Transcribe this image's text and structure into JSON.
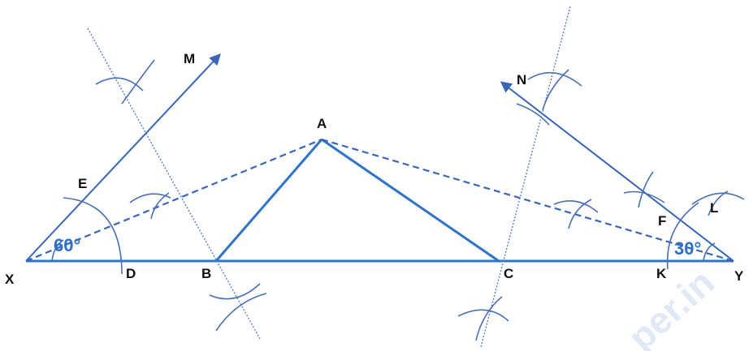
{
  "labels": {
    "X": "X",
    "D": "D",
    "B": "B",
    "C": "C",
    "K": "K",
    "Y": "Y",
    "A": "A",
    "E": "E",
    "M": "M",
    "N": "N",
    "F": "F",
    "L": "L"
  },
  "angles": {
    "left": "60°",
    "right": "30°"
  },
  "watermark": "per.in",
  "colors": {
    "triangle": "#2f74c8",
    "construction": "#3a66b8",
    "arc": "#4a6fb3",
    "angle_text": "#2f6fc4",
    "label": "#111111"
  }
}
